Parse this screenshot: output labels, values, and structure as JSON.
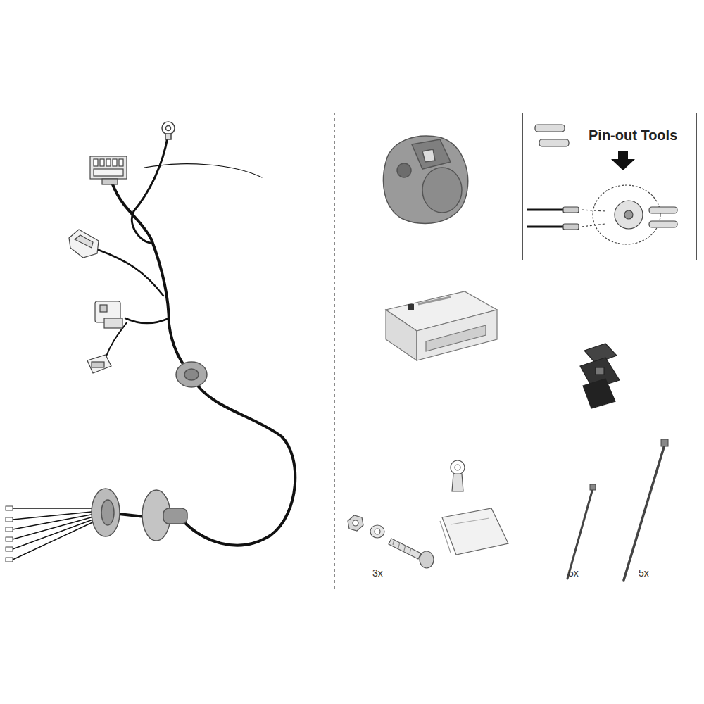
{
  "diagram": {
    "nodes": [
      {
        "text": [
          "Pin-out Tools"
        ]
      }
    ],
    "labels": [
      "3x",
      "5x",
      "5x"
    ]
  }
}
